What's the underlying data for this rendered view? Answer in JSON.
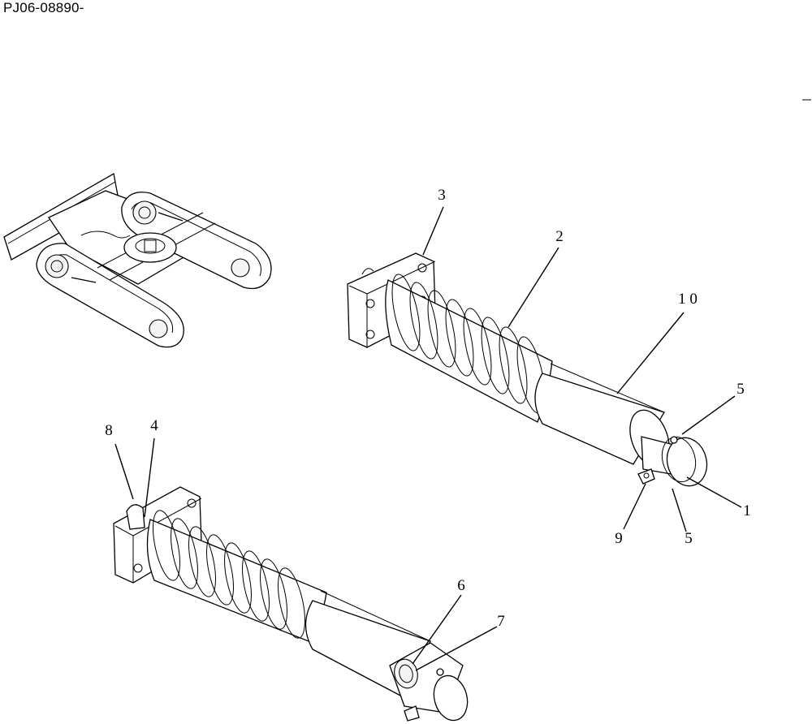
{
  "document": {
    "id_label": "PJ06-08890-"
  },
  "callouts": {
    "c1": "1",
    "c2": "2",
    "c3": "3",
    "c4": "4",
    "c5a": "5",
    "c5b": "5",
    "c6": "6",
    "c7": "7",
    "c8": "8",
    "c9": "9",
    "c10": "1 0"
  },
  "icons": {
    "machine": "undercarriage-overview-icon"
  }
}
